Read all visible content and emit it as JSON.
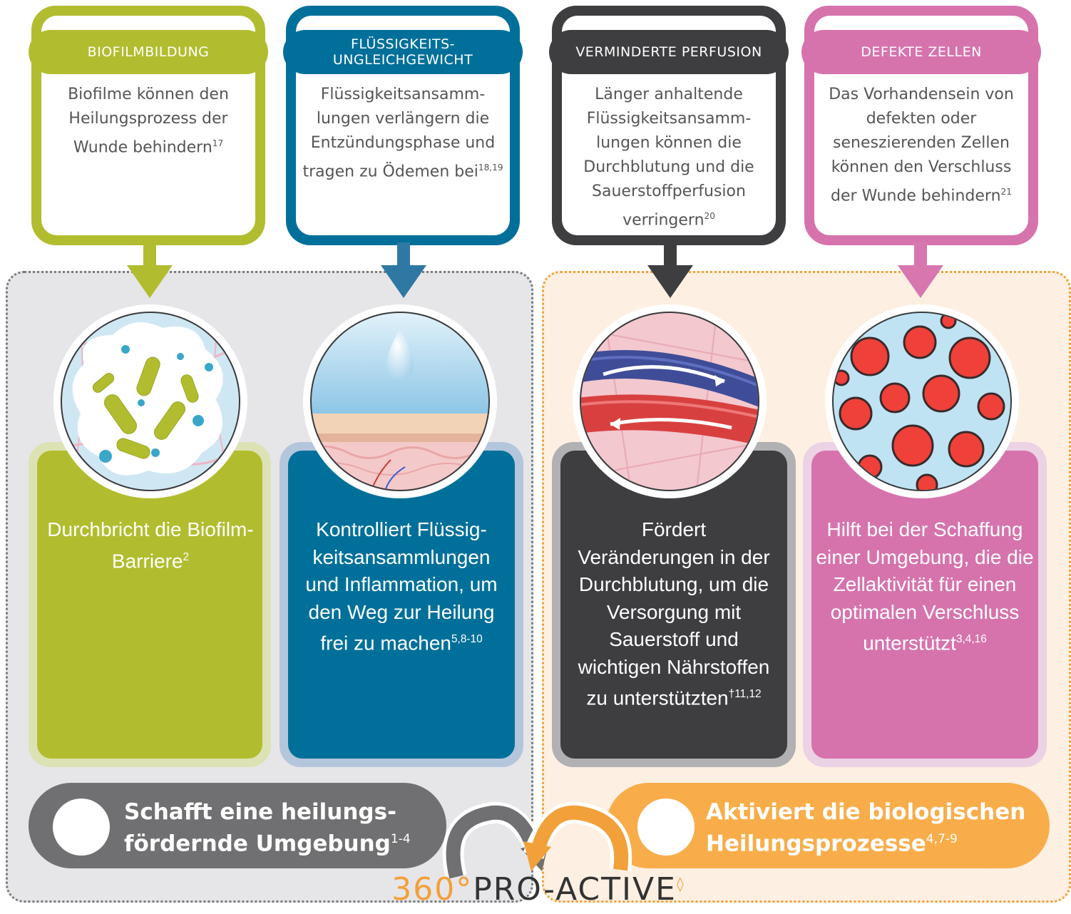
{
  "colors": {
    "green": "#b1bd2f",
    "blue": "#00709a",
    "dark": "#3e3e41",
    "pink": "#d673ad",
    "orange": "#f8ad4a",
    "grey": "#707072"
  },
  "columns": [
    {
      "tag": "BIOFILMBILDUNG",
      "top_text": "Biofilme können den Heilungsprozess der Wunde behindern",
      "top_ref": "17",
      "bottom_text": "Durchbricht die Biofilm-Barriere",
      "bottom_ref": "2",
      "icon": "biofilm-bacteria-icon"
    },
    {
      "tag": "FLÜSSIGKEITS-UNGLEICHGEWICHT",
      "top_text": "Flüssigkeitsansamm-lungen verlängern die Entzündungsphase und tragen zu Ödemen bei",
      "top_ref": "18,19",
      "bottom_text": "Kontrolliert Flüssig-keitsansammlungen und Inflammation, um den Weg zur Heilung frei zu machen",
      "bottom_ref": "5,8-10",
      "icon": "fluid-drop-skin-icon"
    },
    {
      "tag": "VERMINDERTE PERFUSION",
      "top_text": "Länger anhaltende Flüssigkeitsansamm-lungen können die Durchblutung und die Sauerstoffperfusion verringern",
      "top_ref": "20",
      "bottom_text": "Fördert Veränderungen in der Durchblutung, um die Versorgung mit Sauerstoff und wichtigen Nährstoffen zu unterstützten",
      "bottom_ref": "†11,12",
      "icon": "blood-vessels-icon"
    },
    {
      "tag": "DEFEKTE ZELLEN",
      "top_text": "Das Vorhandensein von defekten oder seneszierenden Zellen können den Verschluss der Wunde behindern",
      "top_ref": "21",
      "bottom_text": "Hilft bei der Schaffung einer Umgebung, die die Zellaktivität für einen optimalen Verschluss unterstützt",
      "bottom_ref": "3,4,16",
      "icon": "cells-icon"
    }
  ],
  "pills": {
    "left_text": "Schafft eine heilungs-fördernde Umgebung",
    "left_ref": "1-4",
    "right_text": "Aktiviert die biologischen Heilungsprozesse",
    "right_ref": "4,7-9"
  },
  "logo": {
    "number": "360°",
    "word": "PRO-ACTIVE",
    "mark": "◊"
  }
}
